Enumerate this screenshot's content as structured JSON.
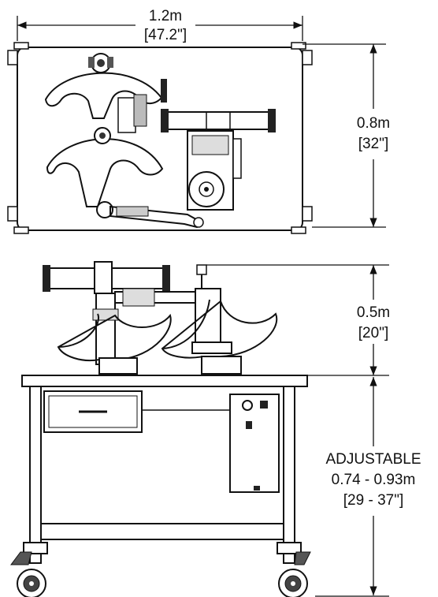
{
  "dimensions": {
    "top_width": {
      "metric": "1.2m",
      "imperial": "[47.2\"]"
    },
    "top_depth": {
      "metric": "0.8m",
      "imperial": "[32\"]"
    },
    "upper_height": {
      "metric": "0.5m",
      "imperial": "[20\"]"
    },
    "table_height": {
      "label": "ADJUSTABLE",
      "metric": "0.74 - 0.93m",
      "imperial": "[29 - 37\"]"
    }
  }
}
